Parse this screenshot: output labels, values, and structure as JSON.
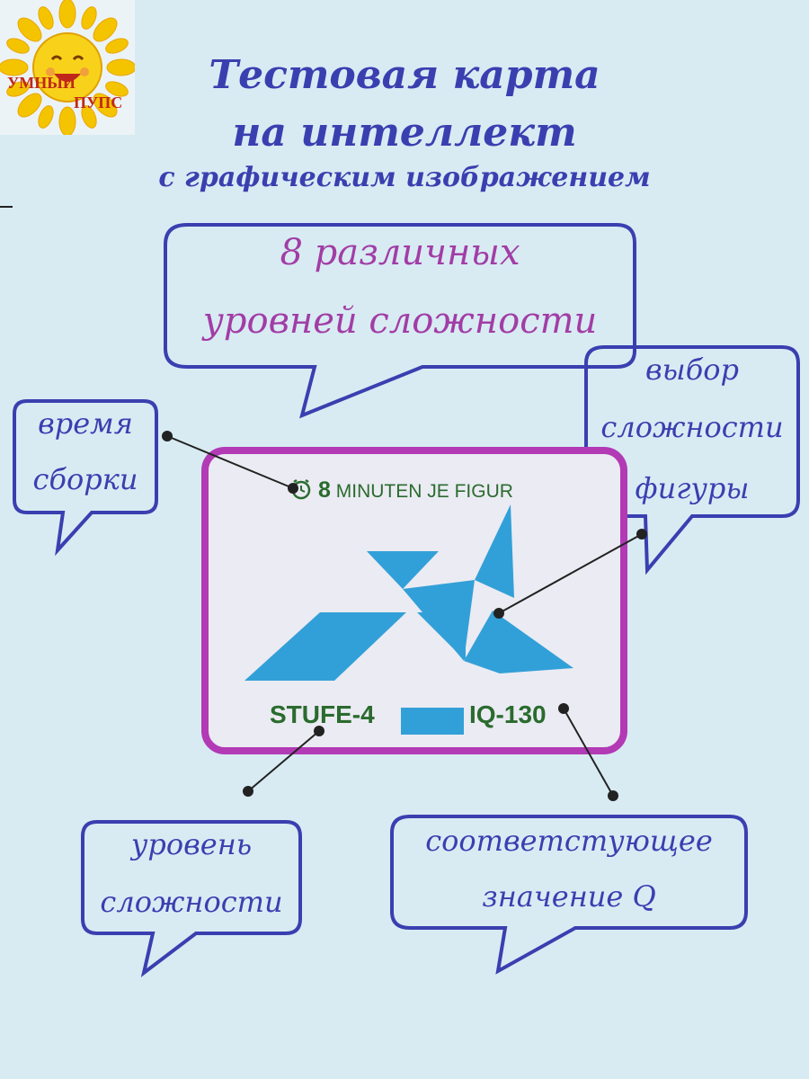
{
  "logo": {
    "line1": "УМНЫЙ",
    "line2": "ПУПС"
  },
  "header": {
    "title_line1": "Тестовая карта",
    "title_line2": "на интеллект",
    "subtitle": "с графическим изображением"
  },
  "main_bubble": {
    "line1": "8 различных",
    "line2": "уровней сложности"
  },
  "bubbles": {
    "time": {
      "line1": "время",
      "line2": "сборки"
    },
    "choice": {
      "line1": "выбор",
      "line2": "сложности",
      "line3": "фигуры"
    },
    "level": {
      "line1": "уровень",
      "line2": "сложности"
    },
    "iq": {
      "line1": "соответстующее",
      "line2": "значение Q"
    }
  },
  "card": {
    "minutes": "8",
    "minutes_text": "MINUTEN JE FIGUR",
    "stufe": "STUFE-4",
    "iq": "IQ-130"
  },
  "colors": {
    "background": "#d8ebf3",
    "title": "#3a3fb0",
    "bubble_border": "#3a3fb0",
    "big_text": "#a23da6",
    "card_border": "#b23ab5",
    "figure": "#32a0d8",
    "card_text": "#2a6b2e"
  },
  "icons": [
    "sun-logo-icon",
    "clock-icon",
    "tangram-figure"
  ]
}
